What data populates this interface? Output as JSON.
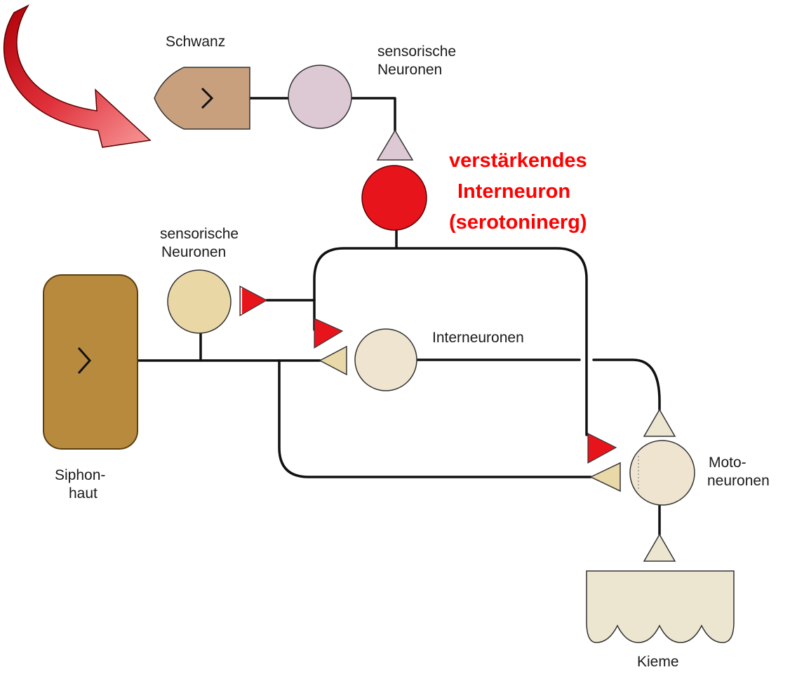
{
  "labels": {
    "tail": "Schwanz",
    "sensory_top_1": "sensorische",
    "sensory_top_2": "Neuronen",
    "sensory_mid_1": "sensorische",
    "sensory_mid_2": "Neuronen",
    "interneurons": "Interneuronen",
    "siphon_1": "Siphon-",
    "siphon_2": "haut",
    "moto_1": "Moto-",
    "moto_2": "neuronen",
    "gill": "Kieme"
  },
  "highlight": {
    "line1": "verstärkendes",
    "line2": "Interneuron",
    "line3": "(serotoninerg)",
    "color": "#ff0000"
  },
  "colors": {
    "tail_fill": "#c9a07e",
    "sensory_top_fill": "#dcc9d4",
    "sensory_mid_fill": "#ead7a6",
    "siphon_fill": "#b88a3e",
    "pale_neuron_fill": "#eee4cf",
    "gill_fill": "#ece5d0",
    "synapse_red": "#e8141c",
    "synapse_tan": "#e9d9a8",
    "arrow_red": "#c4000a",
    "arrow_pink": "#f47a7a"
  }
}
